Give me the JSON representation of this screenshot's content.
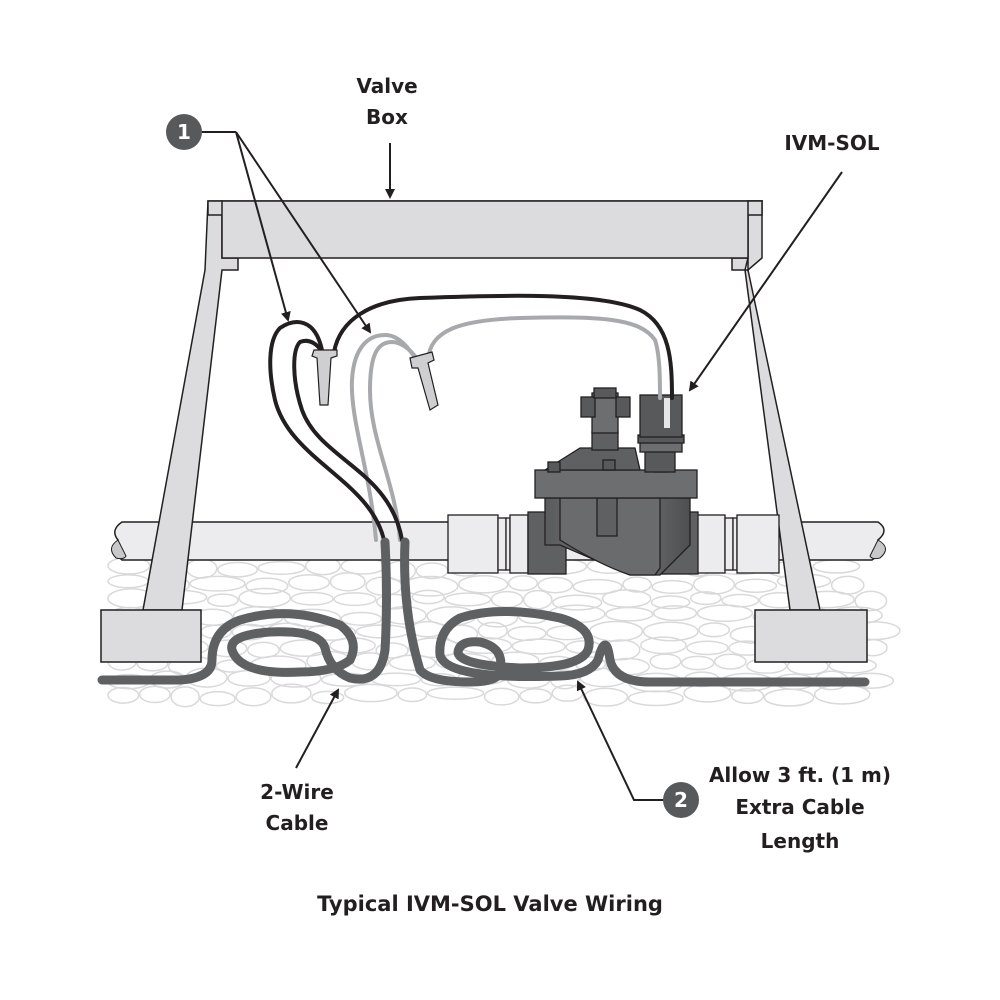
{
  "diagram": {
    "caption": "Typical IVM-SOL Valve Wiring",
    "labels": {
      "valve_box": [
        "Valve",
        "Box"
      ],
      "ivm_sol": "IVM-SOL",
      "two_wire_cable": [
        "2-Wire",
        "Cable"
      ],
      "extra_cable": [
        "Allow 3 ft. (1 m)",
        "Extra Cable",
        "Length"
      ]
    },
    "callouts": [
      {
        "number": "1",
        "refers_to": "wire connectors"
      },
      {
        "number": "2",
        "refers_to": "Allow 3 ft. (1 m) Extra Cable Length"
      }
    ],
    "colors": {
      "outline": "#231f20",
      "box_fill": "#dcdcde",
      "pipe_fill": "#ececee",
      "cable": "#5f6062",
      "valve_dark": "#58595b",
      "valve_mid": "#6d6e70",
      "gravel": "#d9d9db",
      "grey_wire": "#a7a9ac",
      "badge": "#58595b"
    }
  }
}
